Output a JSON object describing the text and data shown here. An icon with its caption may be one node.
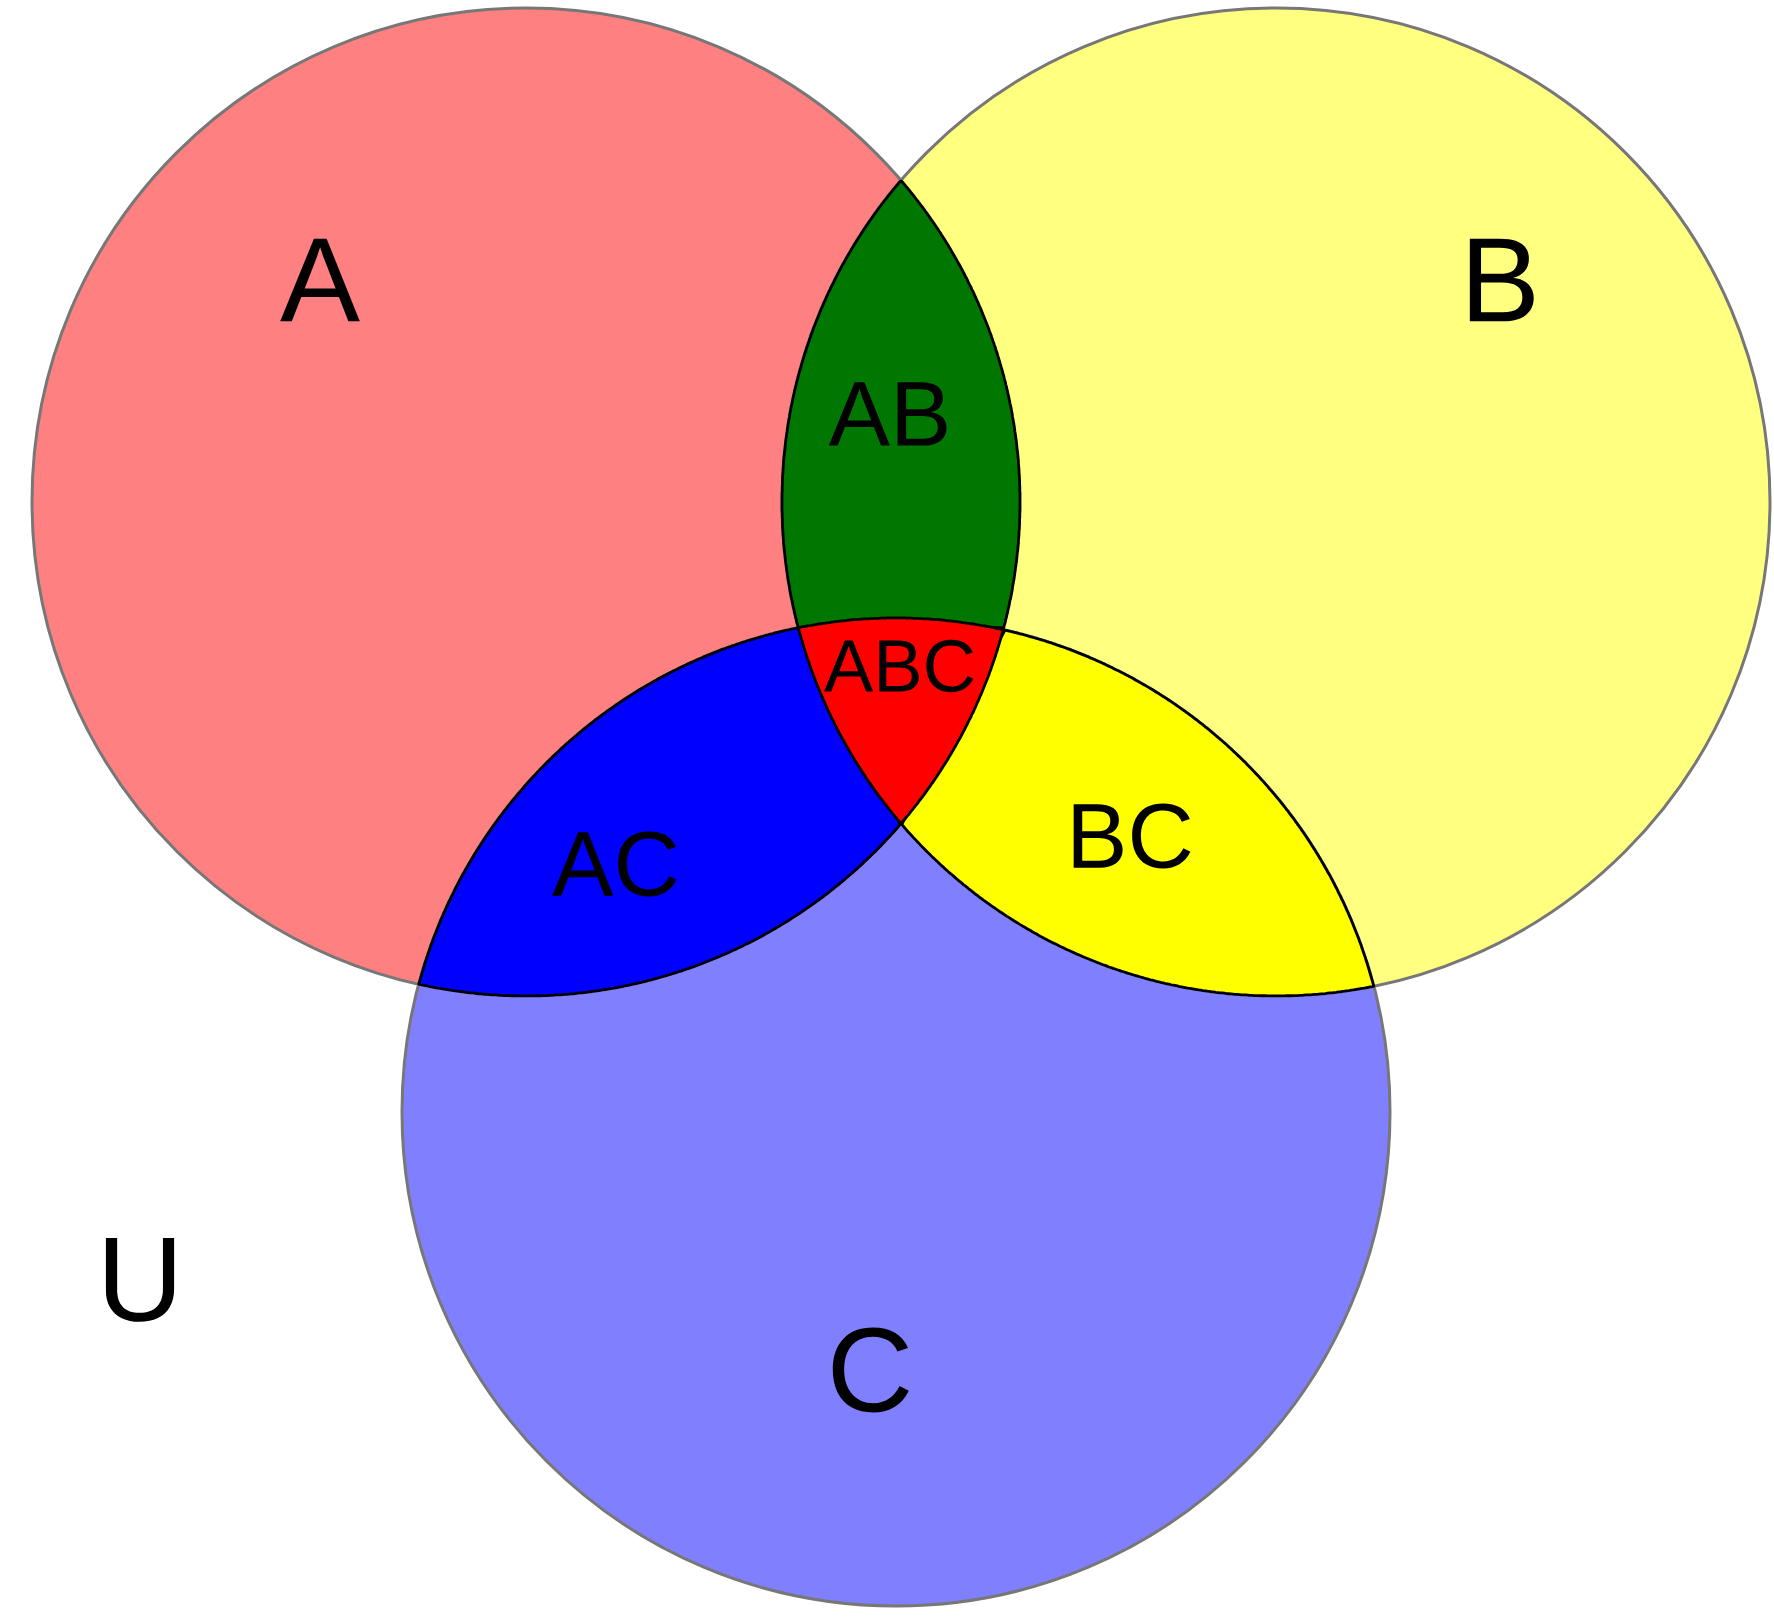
{
  "diagram": {
    "nodes": [
      {
        "text": [
          "A"
        ]
      },
      {
        "text": [
          "B"
        ]
      },
      {
        "text": [
          "C"
        ]
      },
      {
        "text": [
          "AB"
        ]
      },
      {
        "text": [
          "ABC"
        ]
      },
      {
        "text": [
          "AC"
        ]
      },
      {
        "text": [
          "BC"
        ]
      }
    ],
    "labels": [
      "U"
    ]
  }
}
